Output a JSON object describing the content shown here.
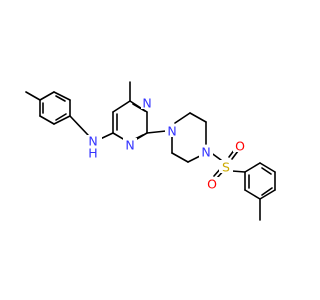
{
  "molecule": {
    "colors": {
      "bond": "#000000",
      "carbon_label": "#000000",
      "nitrogen": "#3333ff",
      "sulfur": "#ccaa00",
      "oxygen": "#ff0000"
    },
    "labels": {
      "amine_n": "N",
      "amine_h": "H",
      "pyrimidine_n1": "N",
      "pyrimidine_n3": "N",
      "piperazine_n1": "N",
      "piperazine_n4": "N",
      "sulfonyl_s": "S",
      "sulfonyl_o1": "O",
      "sulfonyl_o2": "O"
    }
  }
}
